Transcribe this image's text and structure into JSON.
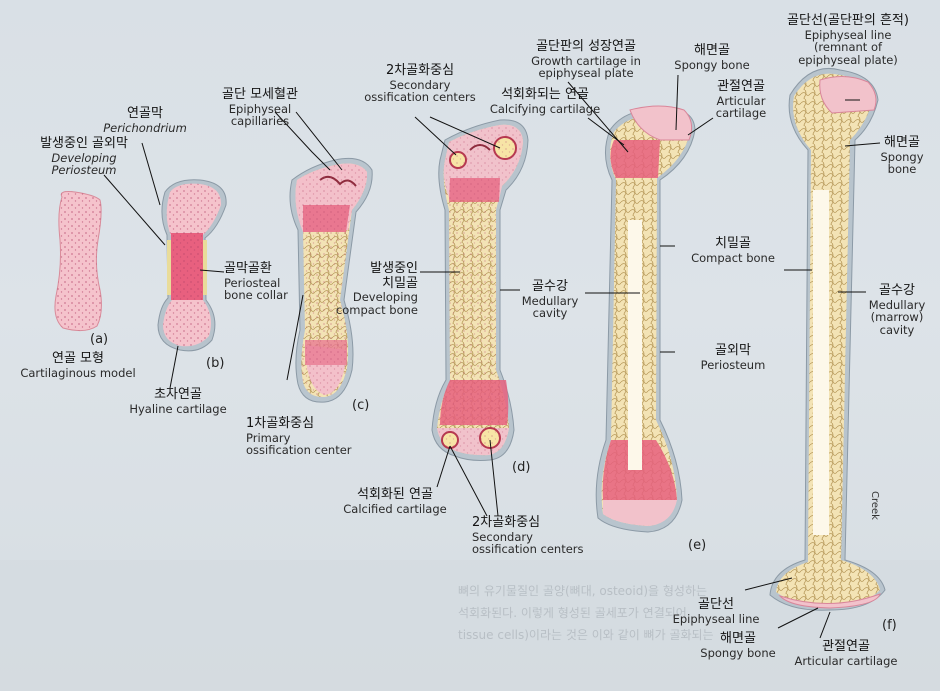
{
  "panels": {
    "a": "(a)",
    "b": "(b)",
    "c": "(c)",
    "d": "(d)",
    "e": "(e)",
    "f": "(f)"
  },
  "labels": {
    "cartilaginous_model": {
      "ko": "연골 모형",
      "en": "Cartilaginous model"
    },
    "perichondrium": {
      "ko": "연골막",
      "en": "Perichondrium"
    },
    "developing_periosteum": {
      "ko": "발생중인 골외막",
      "en1": "Developing",
      "en2": "Periosteum"
    },
    "periosteal_bone_collar": {
      "ko": "골막골환",
      "en1": "Periosteal",
      "en2": "bone collar"
    },
    "hyaline_cartilage": {
      "ko": "초자연골",
      "en": "Hyaline cartilage"
    },
    "epiphyseal_capillaries": {
      "ko": "골단 모세혈관",
      "en1": "Epiphyseal",
      "en2": "capillaries"
    },
    "primary_ossification_center": {
      "ko": "1차골화중심",
      "en1": "Primary",
      "en2": "ossification center"
    },
    "secondary_ossification_top": {
      "ko": "2차골화중심",
      "en1": "Secondary",
      "en2": "ossification centers"
    },
    "developing_compact_bone": {
      "ko1": "발생중인",
      "ko2": "치밀골",
      "en1": "Developing",
      "en2": "compact bone"
    },
    "calcified_cartilage": {
      "ko": "석회화된 연골",
      "en": "Calcified cartilage"
    },
    "secondary_ossification_bottom": {
      "ko": "2차골화중심",
      "en1": "Secondary",
      "en2": "ossification centers"
    },
    "growth_cartilage": {
      "ko": "골단판의 성장연골",
      "en1": "Growth cartilage in",
      "en2": "epiphyseal plate"
    },
    "calcifying_cartilage": {
      "ko": "석회화되는 연골",
      "en": "Calcifying cartilage"
    },
    "spongy_bone_e": {
      "ko": "해면골",
      "en": "Spongy bone"
    },
    "articular_cartilage_e": {
      "ko": "관절연골",
      "en1": "Articular",
      "en2": "cartilage"
    },
    "medullary_cavity_e": {
      "ko": "골수강",
      "en1": "Medullary",
      "en2": "cavity"
    },
    "compact_bone": {
      "ko": "치밀골",
      "en": "Compact bone"
    },
    "periosteum": {
      "ko": "골외막",
      "en": "Periosteum"
    },
    "epiphyseal_line_top": {
      "ko": "골단선(골단판의 흔적)",
      "en1": "Epiphyseal line",
      "en2": "(remnant of",
      "en3": "epiphyseal plate)"
    },
    "spongy_bone_f": {
      "ko": "해면골",
      "en1": "Spongy",
      "en2": "bone"
    },
    "medullary_marrow_cavity": {
      "ko": "골수강",
      "en1": "Medullary",
      "en2": "(marrow)",
      "en3": "cavity"
    },
    "epiphyseal_line_bottom": {
      "ko": "골단선",
      "en": "Epiphyseal line"
    },
    "spongy_bone_bottom": {
      "ko": "해면골",
      "en": "Spongy bone"
    },
    "articular_cartilage_bottom": {
      "ko": "관절연골",
      "en": "Articular cartilage"
    }
  },
  "credit": "Creek",
  "background_text": {
    "line1": "뼈의 유기물질인 골양(뼈대, osteoid)을 형성하는",
    "line2": "석회화된다. 이렇게 형성된 골세포가 연결되어",
    "line3": "tissue cells)이라는 것은 이와 같이 뼈가 골화되는"
  }
}
